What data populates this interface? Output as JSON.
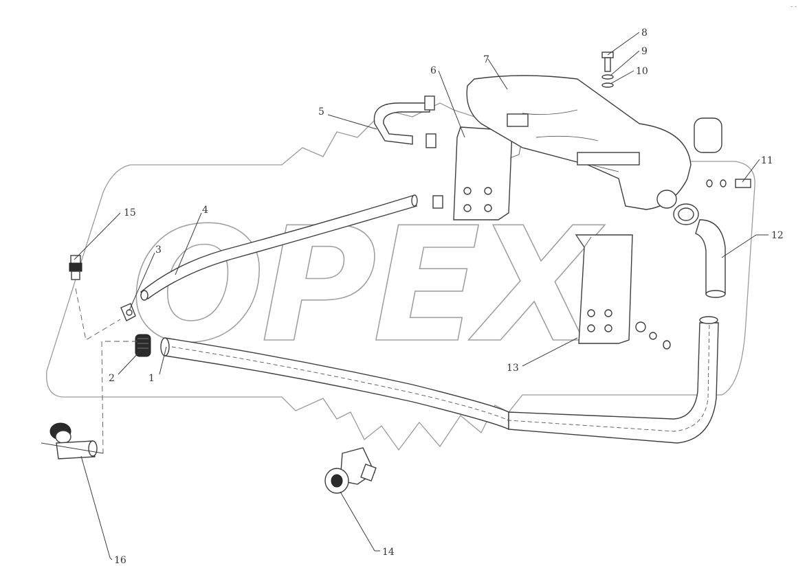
{
  "diagram": {
    "watermark": {
      "text": "OPEX",
      "kind": "logo"
    },
    "corner_mark": "- -",
    "callouts": [
      {
        "id": "c1",
        "label": "1"
      },
      {
        "id": "c2",
        "label": "2"
      },
      {
        "id": "c3",
        "label": "3"
      },
      {
        "id": "c4",
        "label": "4"
      },
      {
        "id": "c5",
        "label": "5"
      },
      {
        "id": "c6",
        "label": "6"
      },
      {
        "id": "c7",
        "label": "7"
      },
      {
        "id": "c8",
        "label": "8"
      },
      {
        "id": "c9",
        "label": "9"
      },
      {
        "id": "c10",
        "label": "10"
      },
      {
        "id": "c11",
        "label": "11"
      },
      {
        "id": "c12",
        "label": "12"
      },
      {
        "id": "c13",
        "label": "13"
      },
      {
        "id": "c14",
        "label": "14"
      },
      {
        "id": "c15",
        "label": "15"
      },
      {
        "id": "c16",
        "label": "16"
      }
    ],
    "colors": {
      "line": "#3a3a3a",
      "watermark": "#a0a0a0",
      "background": "#ffffff"
    }
  }
}
